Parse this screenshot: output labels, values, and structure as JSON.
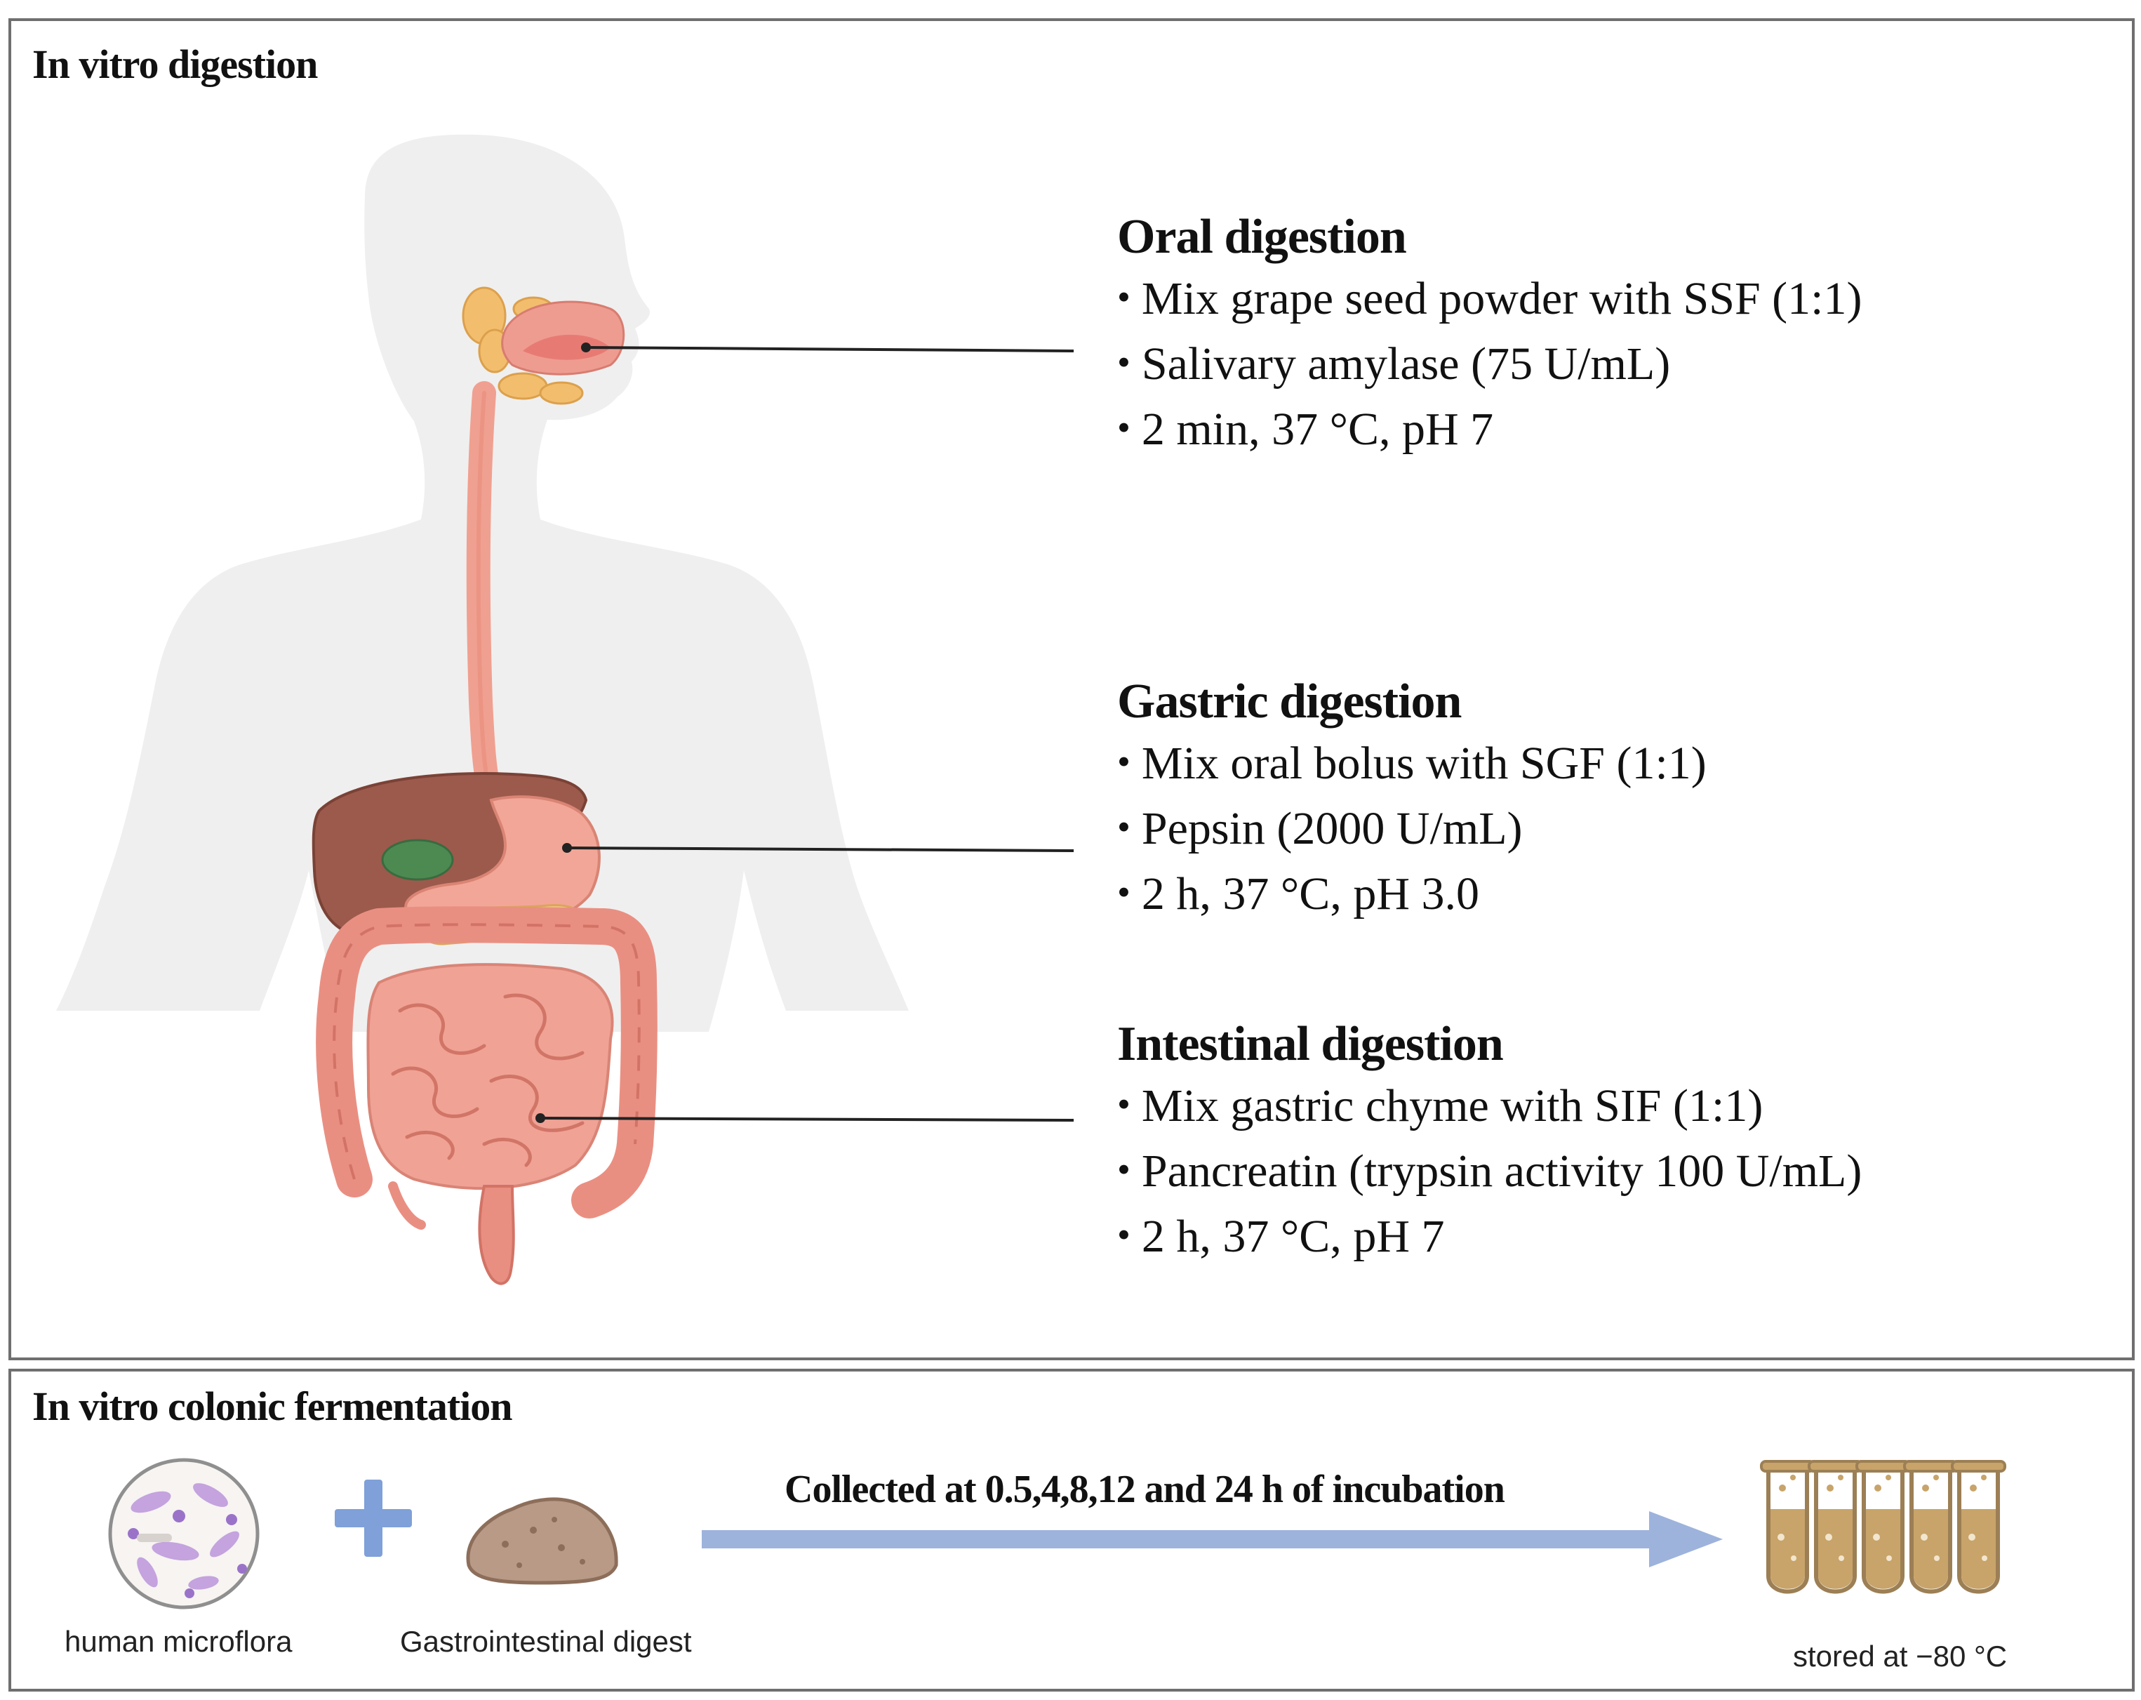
{
  "digestion_panel": {
    "title": "In vitro digestion",
    "stages": [
      {
        "title": "Oral digestion",
        "items": [
          "Mix grape seed powder with SSF (1:1)",
          "Salivary amylase (75 U/mL)",
          "2 min, 37 °C, pH 7"
        ]
      },
      {
        "title": "Gastric digestion",
        "items": [
          "Mix oral bolus with SGF (1:1)",
          "Pepsin (2000 U/mL)",
          "2 h, 37 °C, pH 3.0"
        ]
      },
      {
        "title": "Intestinal digestion",
        "items": [
          "Mix gastric chyme with SIF (1:1)",
          "Pancreatin (trypsin activity 100 U/mL)",
          "2 h, 37 °C, pH 7"
        ]
      }
    ]
  },
  "fermentation_panel": {
    "title": "In vitro colonic fermentation",
    "microflora_label": "human microflora",
    "digest_label": "Gastrointestinal digest",
    "arrow_label": "Collected at 0.5,4,8,12 and 24 h of incubation",
    "storage_label": "stored at −80 °C"
  },
  "colors": {
    "panel_border": "#6f6f6f",
    "body_silhouette": "#efefef",
    "esophagus": "#f0a090",
    "liver": "#9c5a4c",
    "gallbladder": "#4d8a52",
    "intestine": "#eea093",
    "arrow": "#9db3dc",
    "plus_sign": "#7fa0d8",
    "tube_fill": "#c8a46a"
  }
}
